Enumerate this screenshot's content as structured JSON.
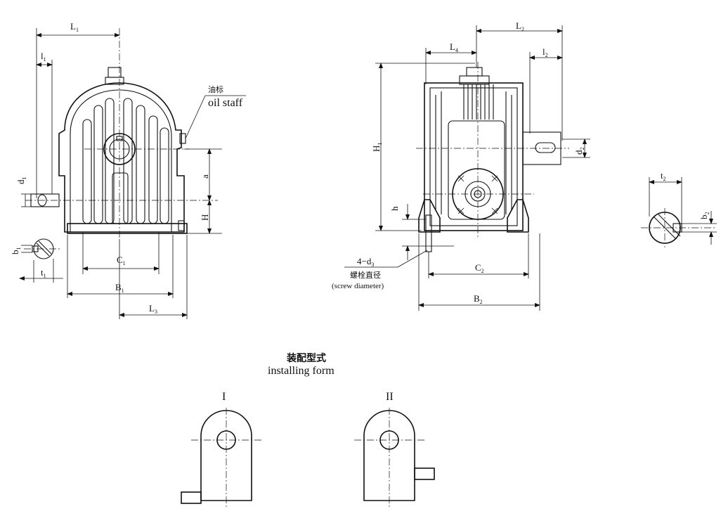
{
  "labels": {
    "L1": "L",
    "L1_sub": "1",
    "l1": "l",
    "l1_sub": "1",
    "d1": "d",
    "d1_sub": "1",
    "b1": "b",
    "b1_sub": "1",
    "t1": "t",
    "t1_sub": "1",
    "C1": "C",
    "C1_sub": "1",
    "B1": "B",
    "B1_sub": "1",
    "L3": "L",
    "L3_sub": "3",
    "a": "a",
    "H": "H",
    "oil_cn": "油标",
    "oil_en": "oil staff",
    "L2": "L",
    "L2_sub": "2",
    "L4": "L",
    "L4_sub": "4",
    "l2": "l",
    "l2_sub": "2",
    "H1": "H",
    "H1_sub": "1",
    "d2": "d",
    "d2_sub": "2",
    "h": "h",
    "C2": "C",
    "C2_sub": "2",
    "B2": "B",
    "B2_sub": "2",
    "bolt": "4−d",
    "bolt_sub": "3",
    "bolt_cn": "螺栓直径",
    "bolt_en": "(screw diameter)",
    "t2": "t",
    "t2_sub": "2",
    "b2": "b",
    "b2_sub": "2"
  },
  "installing": {
    "title_cn": "装配型式",
    "title_en": "installing form",
    "form1": "I",
    "form2": "II"
  }
}
